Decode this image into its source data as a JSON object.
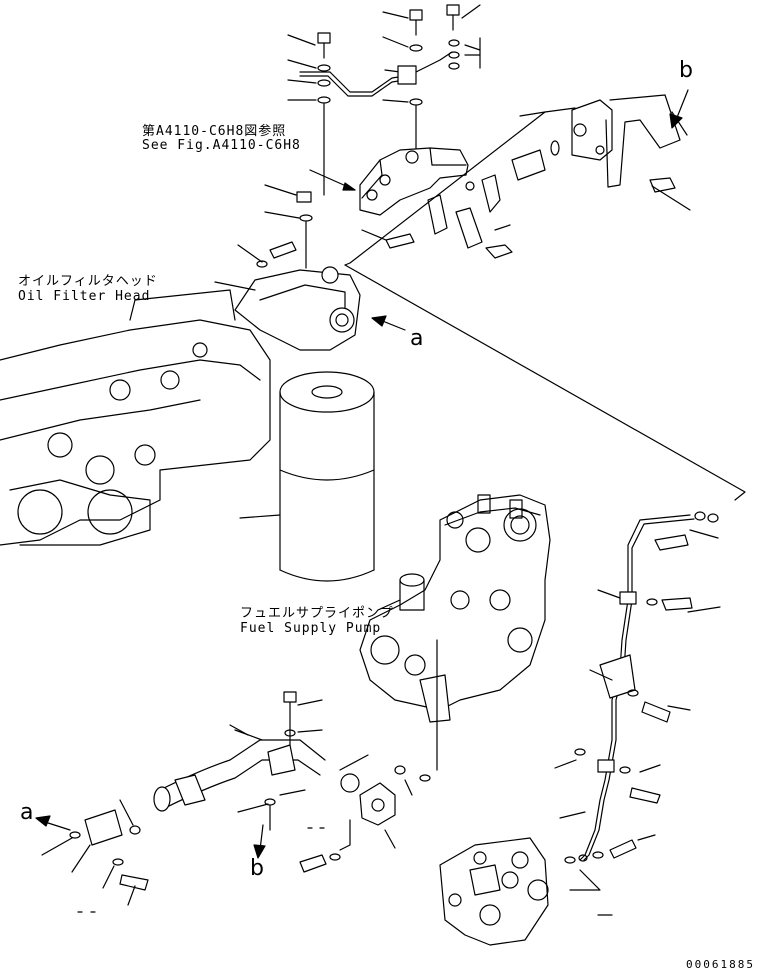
{
  "labels": {
    "ref_jp": "第A4110-C6H8図参照",
    "ref_en": "See Fig.A4110-C6H8",
    "oil_head_jp": "オイルフィルタヘッド",
    "oil_head_en": "Oil Filter Head",
    "pump_jp": "フュエルサプライポンプ",
    "pump_en": "Fuel Supply Pump"
  },
  "callouts": {
    "a_top": "a",
    "b_top": "b",
    "a_bottom": "a",
    "b_bottom": "b"
  },
  "drawing_code": "00061885"
}
